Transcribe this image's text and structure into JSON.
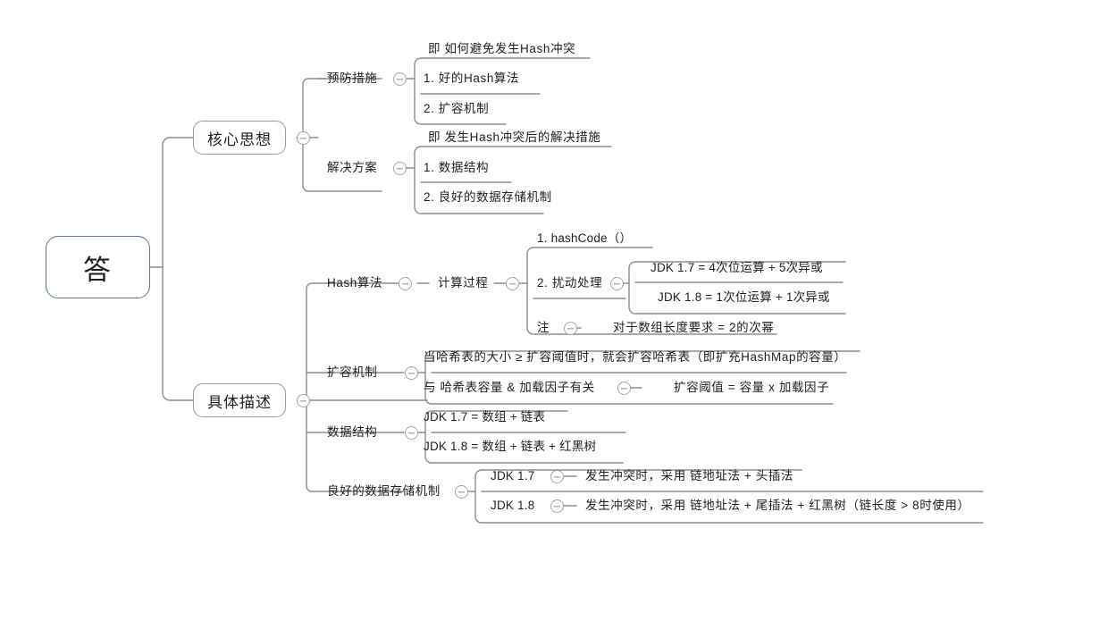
{
  "document": {
    "type": "mind-map",
    "title": "答",
    "language": "zh-CN",
    "background": "#ffffff",
    "root_border_color": "#5c7296",
    "node_border_color": "#9a9a9e",
    "line_color": "#8d8d93",
    "text_color": "#1f1f22"
  },
  "root": {
    "label": "答"
  },
  "branches": [
    {
      "id": "core-idea",
      "label": "核心思想",
      "toggle": "collapse-toggle",
      "children": [
        {
          "id": "prevention",
          "label": "预防措施",
          "toggle": "collapse-toggle",
          "note": "即 如何避免发生Hash冲突",
          "items": [
            {
              "label": "1. 好的Hash算法"
            },
            {
              "label": "2. 扩容机制"
            }
          ]
        },
        {
          "id": "solution",
          "label": "解决方案",
          "toggle": "collapse-toggle",
          "note": "即 发生Hash冲突后的解决措施",
          "items": [
            {
              "label": "1. 数据结构"
            },
            {
              "label": "2. 良好的数据存储机制"
            }
          ]
        }
      ]
    },
    {
      "id": "detail",
      "label": "具体描述",
      "toggle": "collapse-toggle",
      "children": [
        {
          "id": "hash-algorithm",
          "label": "Hash算法",
          "toggle": "collapse-toggle",
          "sub": {
            "id": "calc-process",
            "label": "计算过程",
            "toggle": "collapse-toggle",
            "items": [
              {
                "label": "1. hashCode（）"
              },
              {
                "label": "2. 扰动处理",
                "toggle": "collapse-toggle",
                "items": [
                  {
                    "label": "JDK 1.7 = 4次位运算 + 5次异或"
                  },
                  {
                    "label": "JDK 1.8 = 1次位运算 + 1次异或"
                  }
                ]
              },
              {
                "label": "注",
                "toggle": "collapse-toggle",
                "value": "对于数组长度要求 = 2的次幂"
              }
            ]
          }
        },
        {
          "id": "resize-mechanism",
          "label": "扩容机制",
          "toggle": "collapse-toggle",
          "items": [
            {
              "label": "当哈希表的大小 ≥ 扩容阈值时，就会扩容哈希表（即扩充HashMap的容量）"
            },
            {
              "label": "与 哈希表容量 & 加载因子有关",
              "toggle": "collapse-toggle",
              "value": "扩容阈值 = 容量 x 加载因子"
            }
          ]
        },
        {
          "id": "data-structure",
          "label": "数据结构",
          "toggle": "collapse-toggle",
          "items": [
            {
              "label": "JDK 1.7 = 数组 + 链表"
            },
            {
              "label": "JDK 1.8 =  数组 + 链表 + 红黑树"
            }
          ]
        },
        {
          "id": "storage-mechanism",
          "label": "良好的数据存储机制",
          "toggle": "collapse-toggle",
          "items": [
            {
              "label": "JDK 1.7",
              "toggle": "collapse-toggle",
              "value": "发生冲突时，采用 链地址法 + 头插法"
            },
            {
              "label": "JDK 1.8",
              "toggle": "collapse-toggle",
              "value": "发生冲突时，采用 链地址法 + 尾插法 + 红黑树（链长度 > 8时使用）"
            }
          ]
        }
      ]
    }
  ]
}
